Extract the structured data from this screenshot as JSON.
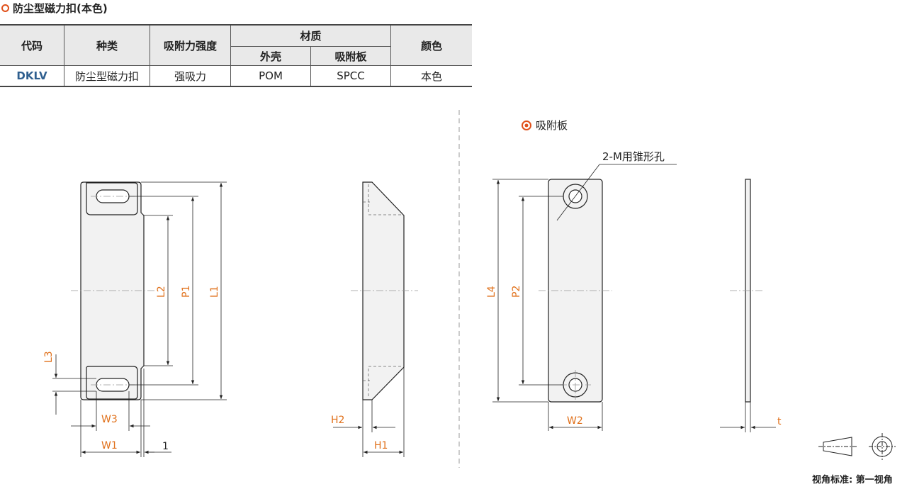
{
  "title": "防尘型磁力扣(本色)",
  "table": {
    "headers": {
      "code": "代码",
      "type": "种类",
      "strength": "吸附力强度",
      "material": "材质",
      "shell": "外壳",
      "plate": "吸附板",
      "color": "颜色"
    },
    "row": {
      "code": "DKLV",
      "type": "防尘型磁力扣",
      "strength": "强吸力",
      "shell": "POM",
      "plate": "SPCC",
      "color": "本色"
    }
  },
  "plate_section_title": "吸附板",
  "hole_note": "2-M用锥形孔",
  "dims": {
    "L1": "L1",
    "L2": "L2",
    "L3": "L3",
    "L4": "L4",
    "P1": "P1",
    "P2": "P2",
    "W1": "W1",
    "W2": "W2",
    "W3": "W3",
    "H1": "H1",
    "H2": "H2",
    "t": "t",
    "one": "1"
  },
  "view_standard": "视角标准: 第一视角",
  "colors": {
    "accent": "#e0501a",
    "dim_text": "#e0701a",
    "code_text": "#2f5f8f"
  }
}
